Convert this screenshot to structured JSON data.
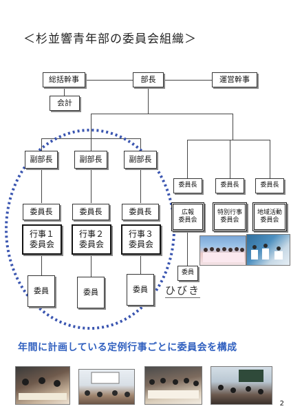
{
  "title": "＜杉並響青年部の委員会組織＞",
  "top": {
    "sokatsu": "総括幹事",
    "bucho": "部長",
    "unei": "運営幹事",
    "kaikei": "会計"
  },
  "left_group": {
    "fukubucho": [
      "副部長",
      "副部長",
      "副部長"
    ],
    "iincho": [
      "委員長",
      "委員長",
      "委員長"
    ],
    "committees": [
      {
        "line1": "行事１",
        "line2": "委員会"
      },
      {
        "line1": "行事２",
        "line2": "委員会"
      },
      {
        "line1": "行事３",
        "line2": "委員会"
      }
    ],
    "iin": [
      "委員",
      "委員",
      "委員"
    ]
  },
  "right_group": {
    "iincho": [
      "委員長",
      "委員長",
      "委員長"
    ],
    "committees": [
      {
        "line1": "広報",
        "line2": "委員会"
      },
      {
        "line1": "特別行事",
        "line2": "委員会"
      },
      {
        "line1": "地域活動",
        "line2": "委員会"
      }
    ],
    "iin": "委員",
    "hibiki": "ひびき"
  },
  "footer": "年間に計画している定例行事ごとに委員会を構成",
  "page_number": "2",
  "colors": {
    "dotted_circle": "#3a55b0",
    "footer_text": "#2f5fbf"
  }
}
